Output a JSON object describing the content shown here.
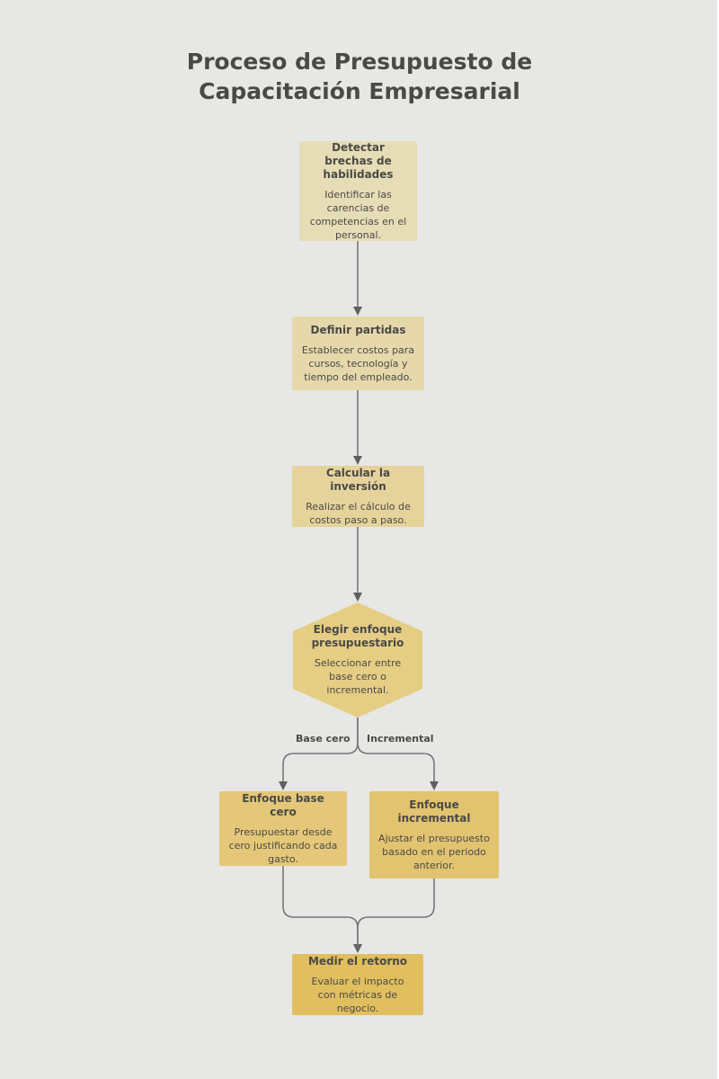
{
  "title": {
    "line1": "Proceso de Presupuesto de",
    "line2": "Capacitación Empresarial"
  },
  "nodes": {
    "detect": {
      "title": "Detectar brechas de habilidades",
      "desc": "Identificar las carencias de competencias en el personal."
    },
    "define": {
      "title": "Definir partidas",
      "desc": "Establecer costos para cursos, tecnología y tiempo del empleado."
    },
    "calculate": {
      "title": "Calcular la inversión",
      "desc": "Realizar el cálculo de costos paso a paso."
    },
    "choose": {
      "title": "Elegir enfoque presupuestario",
      "desc": "Seleccionar entre base cero o incremental."
    },
    "zero_base": {
      "title": "Enfoque base cero",
      "desc": "Presupuestar desde cero justificando cada gasto."
    },
    "incremental": {
      "title": "Enfoque incremental",
      "desc": "Ajustar el presupuesto basado en el periodo anterior."
    },
    "measure": {
      "title": "Medir el retorno",
      "desc": "Evaluar el impacto con métricas de negocio."
    }
  },
  "edge_labels": {
    "zero_base": "Base cero",
    "incremental": "Incremental"
  },
  "colors": {
    "background": "#e7e7e5",
    "text": "#4a4a45",
    "connector": "#6b6b6b",
    "node_shades": [
      "#e6dcb6",
      "#e6d8ab",
      "#e6d39b",
      "#e6cd84",
      "#e4c779",
      "#e2c370",
      "#e1bf5f"
    ]
  }
}
